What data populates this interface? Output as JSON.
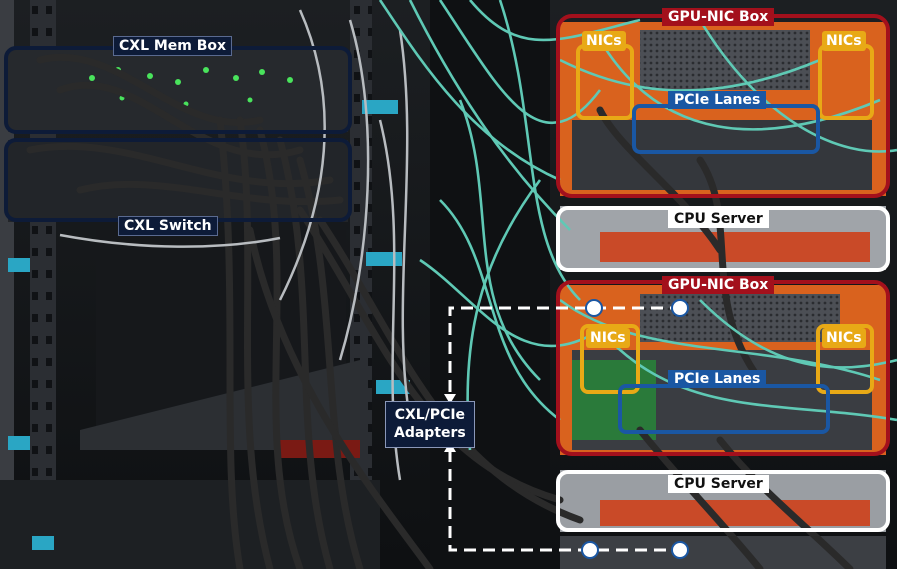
{
  "labels": {
    "cxl_mem_box": "CXL Mem Box",
    "cxl_switch": "CXL Switch",
    "gpu_nic_box_top": "GPU-NIC Box",
    "gpu_nic_box_bottom": "GPU-NIC Box",
    "nics_top_left": "NICs",
    "nics_top_right": "NICs",
    "nics_bottom_left": "NICs",
    "nics_bottom_right": "NICs",
    "pcie_lanes_top": "PCIe Lanes",
    "pcie_lanes_bottom": "PCIe Lanes",
    "cpu_server_top": "CPU Server",
    "cpu_server_bottom": "CPU Server",
    "adapters_line1": "CXL/PCIe",
    "adapters_line2": "Adapters"
  },
  "colors": {
    "navy_outline": "#0d1b38",
    "red_outline": "#a3101c",
    "yellow_outline": "#e8a916",
    "blue_outline": "#1a57a3",
    "white_outline": "#ffffff",
    "teal_cable": "#5fc9b5",
    "black_cable": "#2a2a2a",
    "orange_chassis": "#d9621e"
  }
}
